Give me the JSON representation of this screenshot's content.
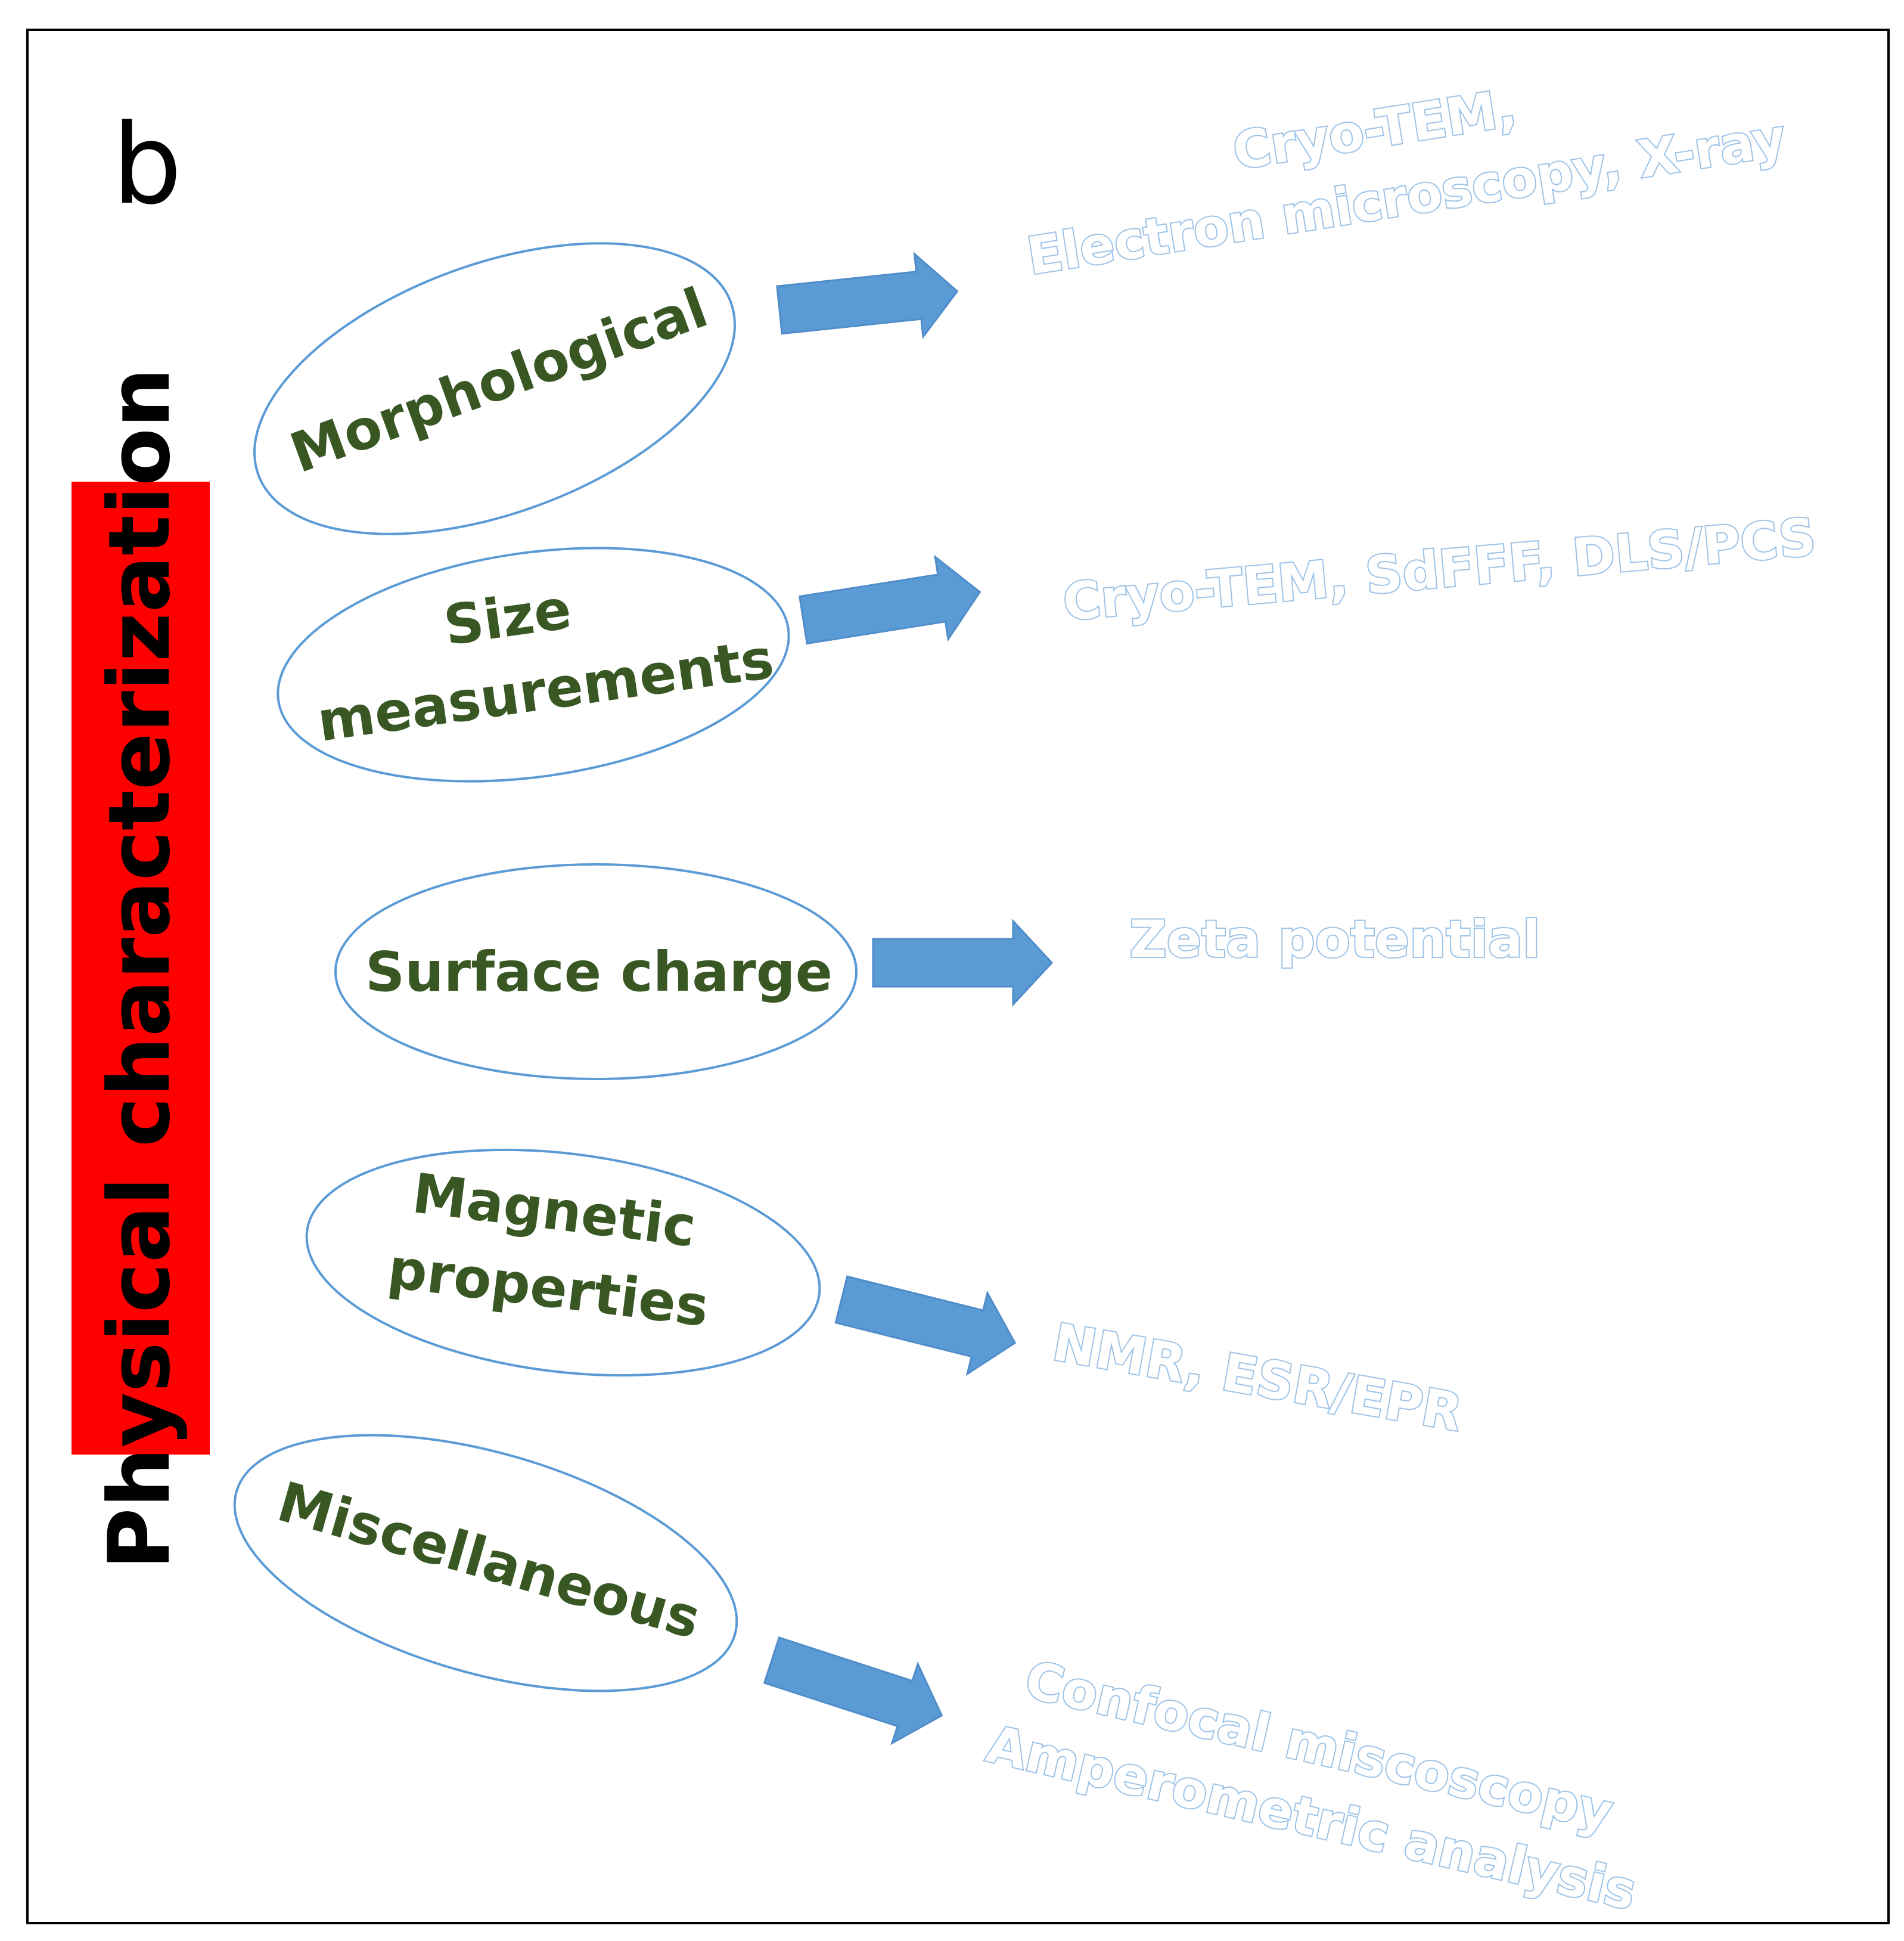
{
  "panel_label": "b",
  "sidebar": {
    "label": "Physical characterization",
    "color": "#FF0000",
    "text_color": "#000000"
  },
  "colors": {
    "category_text": "#385723",
    "ellipse_stroke": "#5B9BD5",
    "arrow_fill": "#5B9BD5",
    "method_outline": "#9DC3E6",
    "frame": "#000000"
  },
  "categories": [
    {
      "id": "morphological",
      "lines": [
        "Morphological"
      ],
      "methods": [
        "Cryo-TEM,",
        "Electron microscopy, X-ray"
      ]
    },
    {
      "id": "size",
      "lines": [
        "Size",
        "measurements"
      ],
      "methods": [
        "Cryo-TEM, SdFFF, DLS/PCS"
      ]
    },
    {
      "id": "surface-charge",
      "lines": [
        "Surface charge"
      ],
      "methods": [
        "Zeta potential"
      ]
    },
    {
      "id": "magnetic",
      "lines": [
        "Magnetic",
        "properties"
      ],
      "methods": [
        "NMR, ESR/EPR"
      ]
    },
    {
      "id": "misc",
      "lines": [
        "Miscellaneous"
      ],
      "methods": [
        "Confocal miscoscopy",
        "Amperometric analysis"
      ]
    }
  ]
}
